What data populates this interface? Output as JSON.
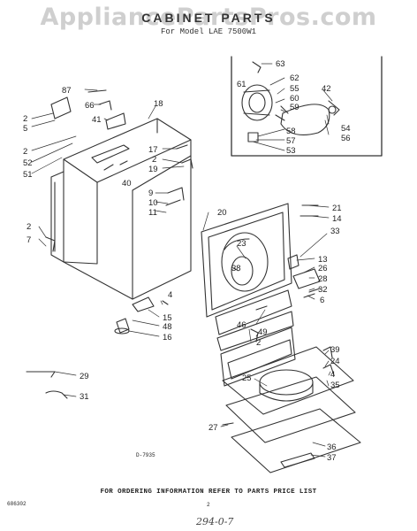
{
  "header": {
    "watermark": "AppliancePartsPros.com",
    "title": "CABINET PARTS",
    "subtitle": "For Model LAE 7500W1"
  },
  "part_labels": [
    "87",
    "66",
    "41",
    "18",
    "2",
    "5",
    "2",
    "52",
    "51",
    "17",
    "2",
    "19",
    "40",
    "9",
    "10",
    "11",
    "20",
    "2",
    "7",
    "4",
    "15",
    "48",
    "16",
    "63",
    "62",
    "61",
    "55",
    "42",
    "60",
    "59",
    "58",
    "57",
    "53",
    "54",
    "56",
    "21",
    "14",
    "33",
    "23",
    "38",
    "13",
    "26",
    "28",
    "32",
    "6",
    "46",
    "49",
    "2",
    "39",
    "24",
    "4",
    "35",
    "25",
    "29",
    "31",
    "27",
    "36",
    "37"
  ],
  "diagram_code": "D-7935",
  "footer": {
    "note": "FOR ORDERING INFORMATION REFER TO PARTS PRICE LIST",
    "code": "686302",
    "page": "2",
    "handwritten": "294-0-7"
  }
}
